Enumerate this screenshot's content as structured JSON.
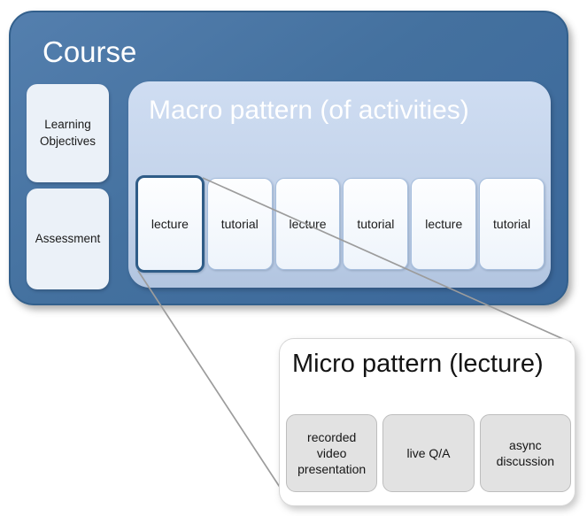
{
  "course": {
    "title": "Course",
    "sidebar": [
      {
        "label": "Learning Objectives"
      },
      {
        "label": "Assessment"
      }
    ],
    "macro": {
      "title": "Macro pattern (of activities)",
      "activities": [
        {
          "label": "lecture",
          "highlighted": true
        },
        {
          "label": "tutorial",
          "highlighted": false
        },
        {
          "label": "lecture",
          "highlighted": false
        },
        {
          "label": "tutorial",
          "highlighted": false
        },
        {
          "label": "lecture",
          "highlighted": false
        },
        {
          "label": "tutorial",
          "highlighted": false
        }
      ]
    }
  },
  "micro": {
    "title": "Micro pattern (lecture)",
    "items": [
      {
        "label": "recorded video presentation"
      },
      {
        "label": "live Q/A"
      },
      {
        "label": "async discussion"
      }
    ]
  },
  "colors": {
    "course_fill": "#44719f",
    "course_border": "#33608c",
    "macro_fill": "#c3d3ea",
    "sidebar_fill": "#ebf1f8",
    "activity_fill": "#f2f7fc",
    "activity_border": "#a6bedd",
    "highlight_border": "#2f5c87",
    "micro_fill": "#ffffff",
    "micro_item_fill": "#e2e2e2",
    "connector_line": "#9c9c9c",
    "title_light": "#ffffff",
    "title_dark": "#141414"
  }
}
